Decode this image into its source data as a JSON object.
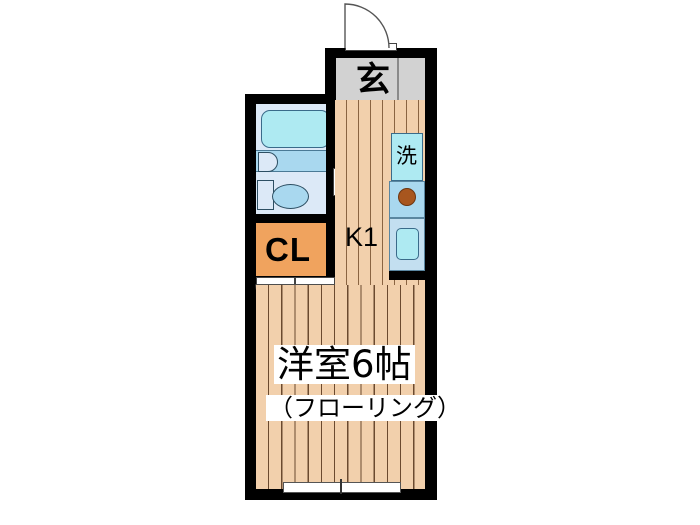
{
  "document": {
    "type": "floor-plan",
    "description": "Japanese apartment floor plan, 1K layout"
  },
  "rooms": {
    "entrance": {
      "label": "玄",
      "name": "genkan-entrance",
      "fill_color": "#d2d2d2"
    },
    "washer": {
      "label": "洗",
      "name": "washing-machine-space",
      "fill_color": "#aeeaf2"
    },
    "closet": {
      "label": "CL",
      "name": "closet",
      "fill_color": "#f0a35e"
    },
    "kitchen": {
      "label": "K1",
      "name": "kitchen",
      "fill_color": "#f2d0ac"
    },
    "main_room": {
      "label": "洋室6帖",
      "sub_label": "（フローリング）",
      "name": "western-room",
      "fill_color": "#f2d0ac"
    },
    "unit_bath": {
      "name": "unit-bath",
      "fill_color": "#dce9f7",
      "fixtures": [
        "bathtub",
        "sink",
        "toilet"
      ]
    }
  },
  "colors": {
    "wall": "#000000",
    "wood_floor": "#f2d0ac",
    "wood_line": "#6b4a2f",
    "bath_fill": "#dce9f7",
    "tub_fill": "#aeeaf2",
    "sink_fill": "#a9d8ef",
    "closet_fill": "#f0a35e",
    "entrance_fill": "#d2d2d2",
    "stove_burner": "#a8561e",
    "background": "#ffffff"
  },
  "fixtures": {
    "bathtub": "bathtub",
    "vanity_sink": "vanity-sink",
    "toilet": "toilet",
    "kitchen_sink": "kitchen-sink",
    "stove_burner": "stove-burner",
    "entrance_door": "entrance-door",
    "bath_door": "bath-door",
    "closet_doors": "closet-double-doors",
    "balcony_window": "sliding-window"
  }
}
